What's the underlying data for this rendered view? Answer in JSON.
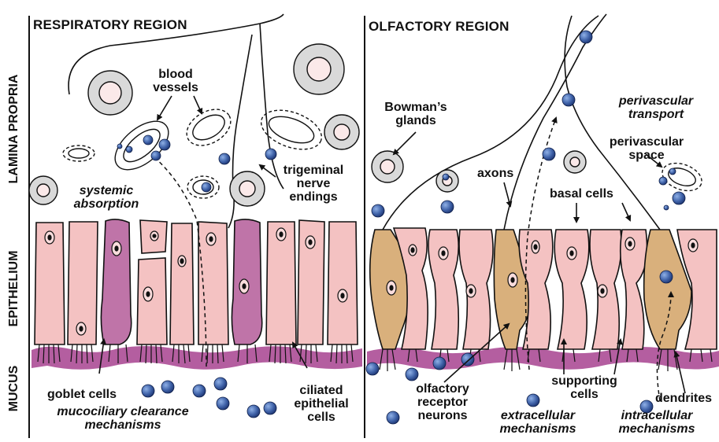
{
  "headers": {
    "respiratory": "RESPIRATORY REGION",
    "olfactory": "OLFACTORY REGION"
  },
  "side_labels": {
    "lamina_propria": "LAMINA PROPRIA",
    "epithelium": "EPITHELIUM",
    "mucus": "MUCUS"
  },
  "respiratory_labels": {
    "blood_vessels": [
      "blood",
      "vessels"
    ],
    "systemic_absorption": [
      "systemic",
      "absorption"
    ],
    "trigeminal": [
      "trigeminal",
      "nerve",
      "endings"
    ],
    "goblet_cells": "goblet cells",
    "mucociliary": [
      "mucociliary clearance",
      "mechanisms"
    ],
    "ciliated": [
      "ciliated",
      "epithelial",
      "cells"
    ]
  },
  "olfactory_labels": {
    "bowmans": [
      "Bowman’s",
      "glands"
    ],
    "axons": "axons",
    "perivascular_transport": [
      "perivascular",
      "transport"
    ],
    "perivascular_space": [
      "perivascular",
      "space"
    ],
    "basal_cells": "basal cells",
    "olfactory_receptor": [
      "olfactory",
      "receptor",
      "neurons"
    ],
    "supporting": [
      "supporting",
      "cells"
    ],
    "dendrites": "dendrites",
    "extracellular": [
      "extracellular",
      "mechanisms"
    ],
    "intracellular": [
      "intracellular",
      "mechanisms"
    ]
  },
  "colors": {
    "epithelial_cell": "#f4c2c2",
    "goblet_cell": "#bf74a8",
    "neuron": "#d9b07c",
    "mucus": "#b45ea0",
    "particle": "#3f62a8"
  }
}
